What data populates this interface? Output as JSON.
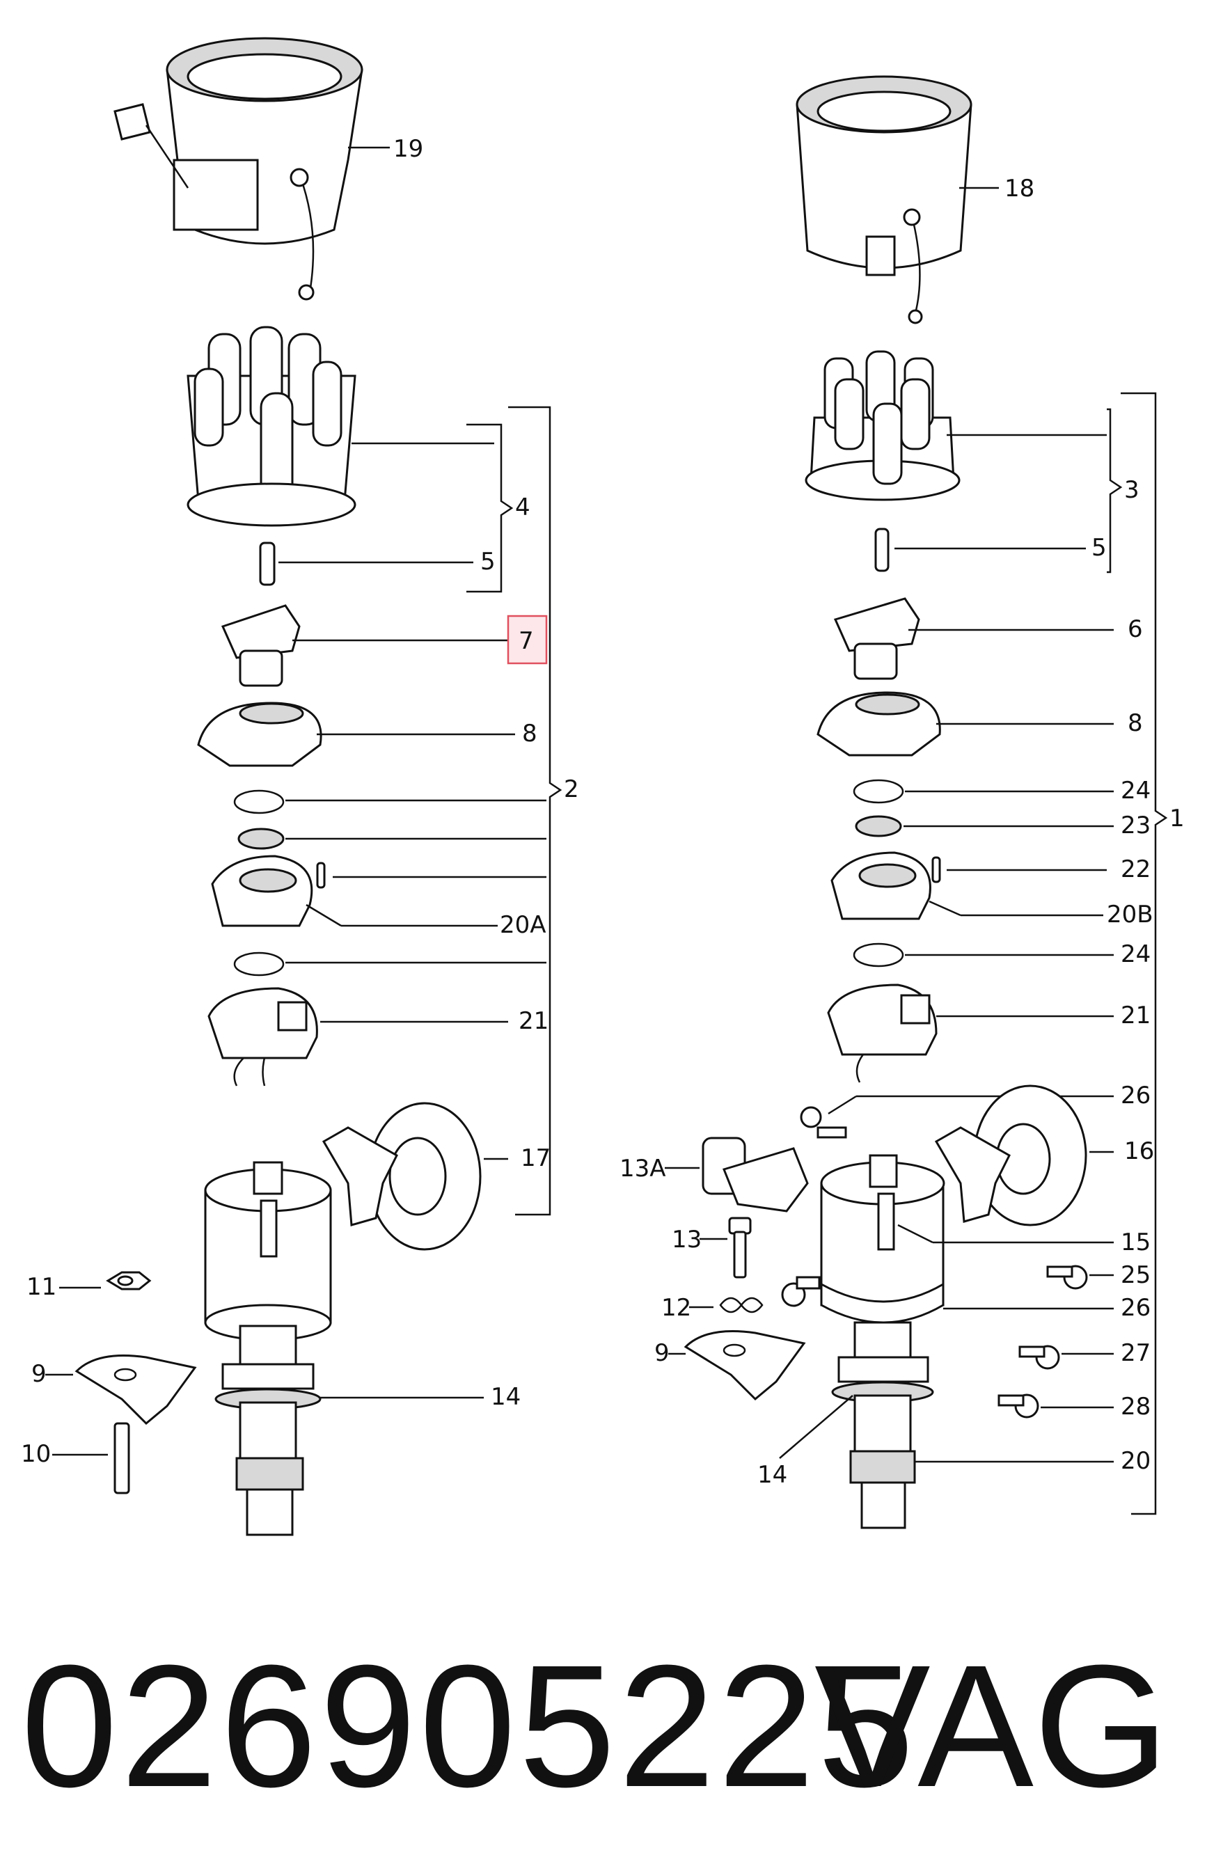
{
  "left_assembly": {
    "labels": {
      "l19": "19",
      "l4": "4",
      "l5": "5",
      "l7": "7",
      "l8": "8",
      "l2": "2",
      "l20a": "20A",
      "l21": "21",
      "l17": "17",
      "l11": "11",
      "l9": "9",
      "l10": "10",
      "l14": "14"
    },
    "highlighted_part": "7"
  },
  "right_assembly": {
    "labels": {
      "r18": "18",
      "r3": "3",
      "r5": "5",
      "r6": "6",
      "r8": "8",
      "r24a": "24",
      "r23": "23",
      "r1": "1",
      "r22": "22",
      "r20b": "20B",
      "r24b": "24",
      "r21": "21",
      "r26a": "26",
      "r13a": "13A",
      "r16": "16",
      "r13": "13",
      "r15": "15",
      "r25": "25",
      "r12": "12",
      "r26b": "26",
      "r9": "9",
      "r27": "27",
      "r28": "28",
      "r14": "14",
      "r20": "20"
    }
  },
  "footer": {
    "part_number": "026905225",
    "brand": "VAG"
  },
  "colors": {
    "highlight_fill": "#fde7ea",
    "highlight_stroke": "#e0505e",
    "ink": "#111111"
  }
}
